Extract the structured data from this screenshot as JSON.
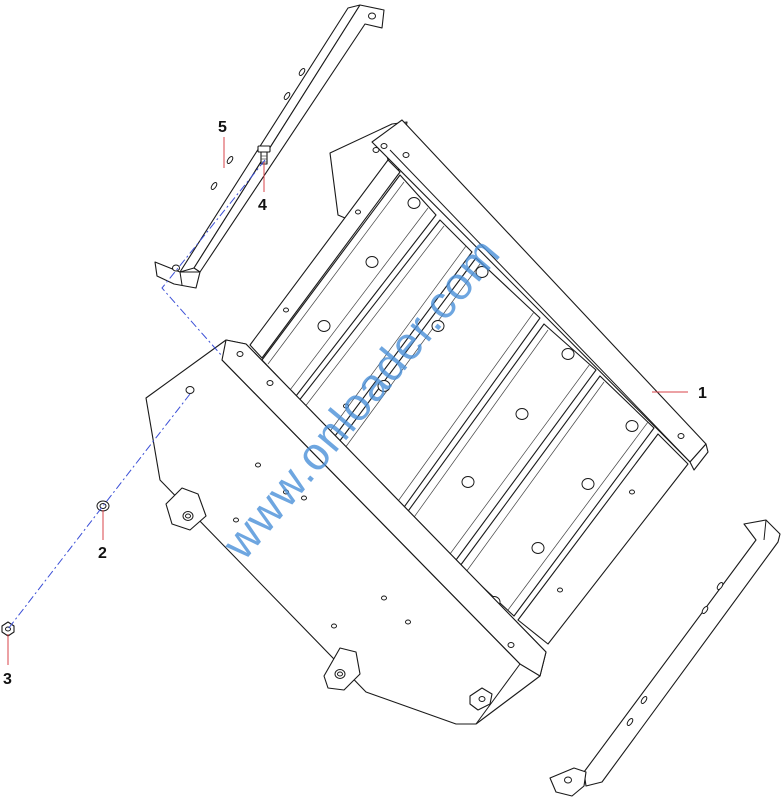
{
  "callouts": [
    {
      "id": "1",
      "label": "1"
    },
    {
      "id": "2",
      "label": "2"
    },
    {
      "id": "3",
      "label": "3"
    },
    {
      "id": "4",
      "label": "4"
    },
    {
      "id": "5",
      "label": "5"
    }
  ],
  "watermark": "www.onloader.com",
  "colors": {
    "line": "#1a1a1a",
    "leader": "#d9434a",
    "assembly_path": "#3b4fd6",
    "watermark": "#4a90d9"
  }
}
